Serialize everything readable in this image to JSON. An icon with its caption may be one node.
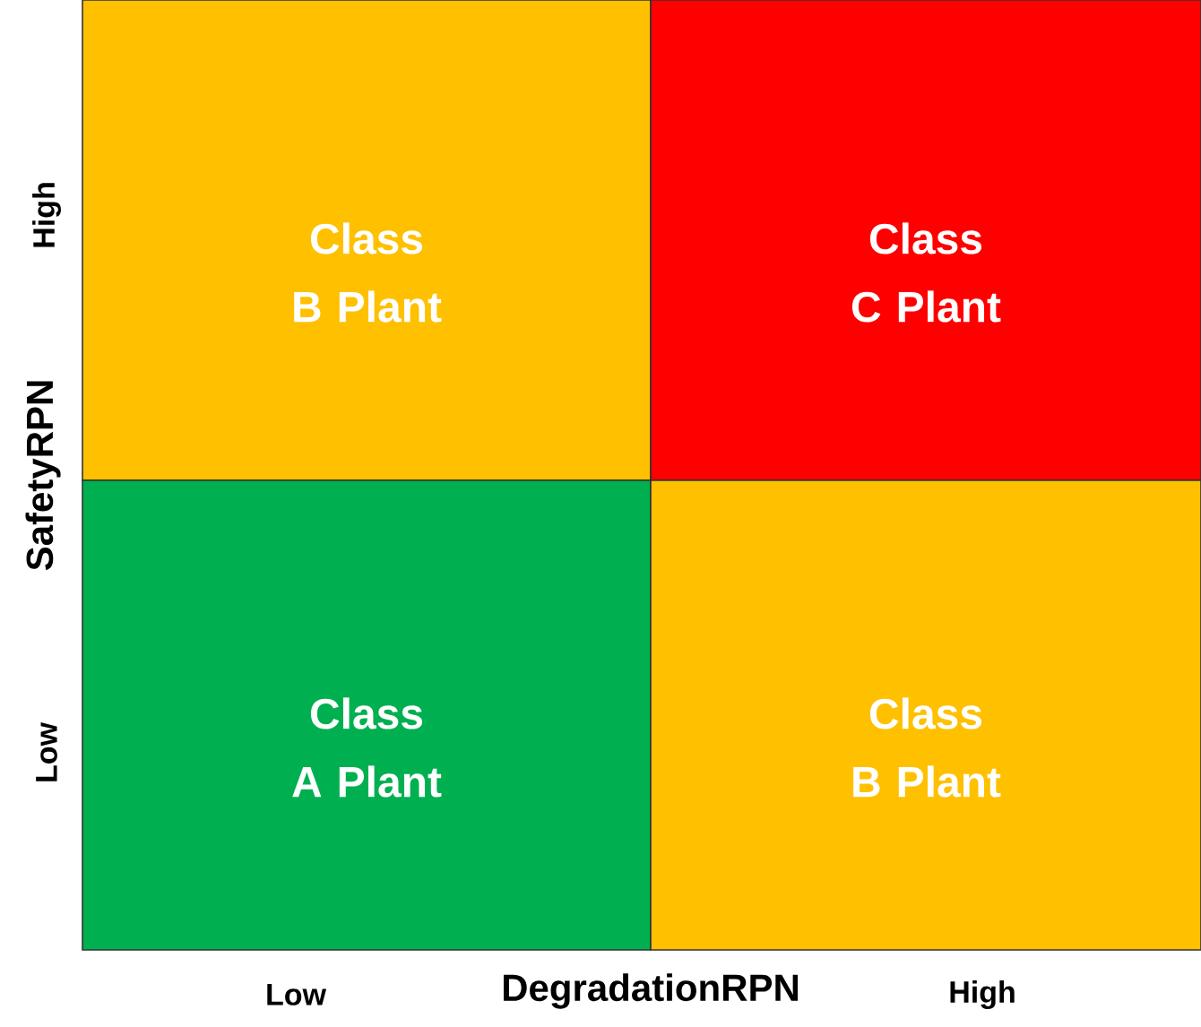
{
  "diagram": {
    "nodes": [
      {
        "text": [
          "Class B Plant"
        ]
      },
      {
        "text": [
          "Class C Plant"
        ]
      },
      {
        "text": [
          "Class A Plant"
        ]
      },
      {
        "text": [
          "Class B Plant"
        ]
      }
    ],
    "labels": [
      "High",
      "SafetyRPN",
      "Low",
      "Low",
      "DegradationRPN",
      "High"
    ]
  }
}
